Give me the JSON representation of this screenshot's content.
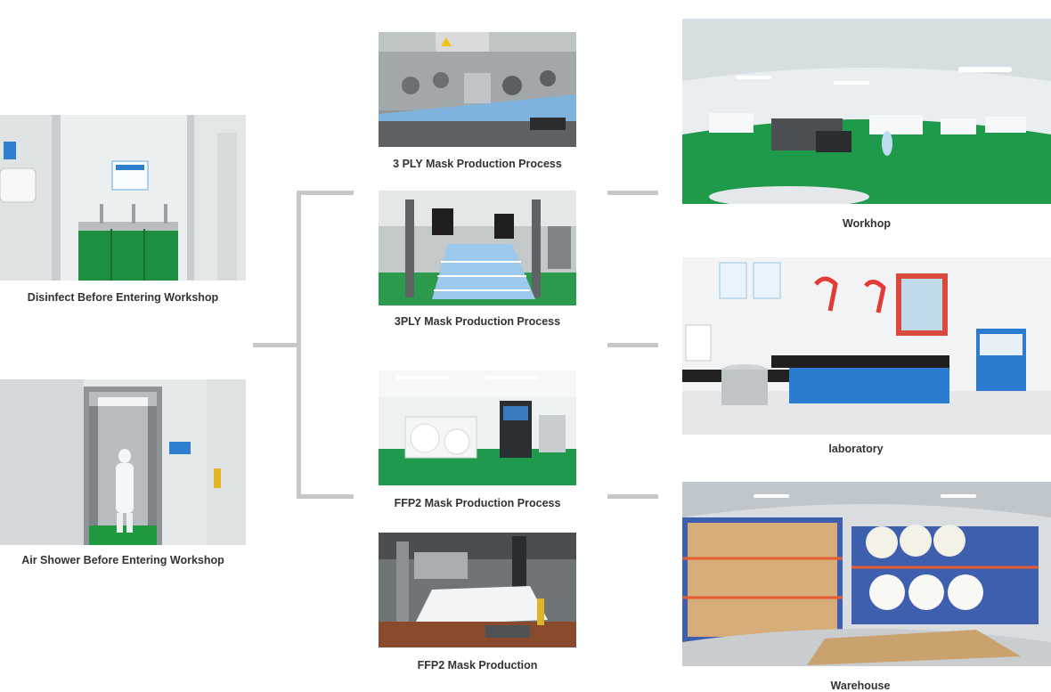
{
  "left": {
    "disinfect": {
      "caption": "Disinfect Before Entering Workshop"
    },
    "air_shower": {
      "caption": "Air Shower Before Entering Workshop"
    }
  },
  "middle": {
    "ply3_process": {
      "caption": "3 PLY Mask Production Process"
    },
    "ply3_process_b": {
      "caption": "3PLY Mask Production Process"
    },
    "ffp2_process": {
      "caption": "FFP2 Mask Production Process"
    },
    "ffp2_production": {
      "caption": "FFP2 Mask Production"
    }
  },
  "right": {
    "workshop": {
      "caption": "Workhop"
    },
    "laboratory": {
      "caption": "laboratory"
    },
    "warehouse": {
      "caption": "Warehouse"
    }
  },
  "colors": {
    "connector": "#c7c7c7",
    "caption": "#333333",
    "floor_green": "#1f9a4a",
    "wall_white": "#eef1f2"
  }
}
